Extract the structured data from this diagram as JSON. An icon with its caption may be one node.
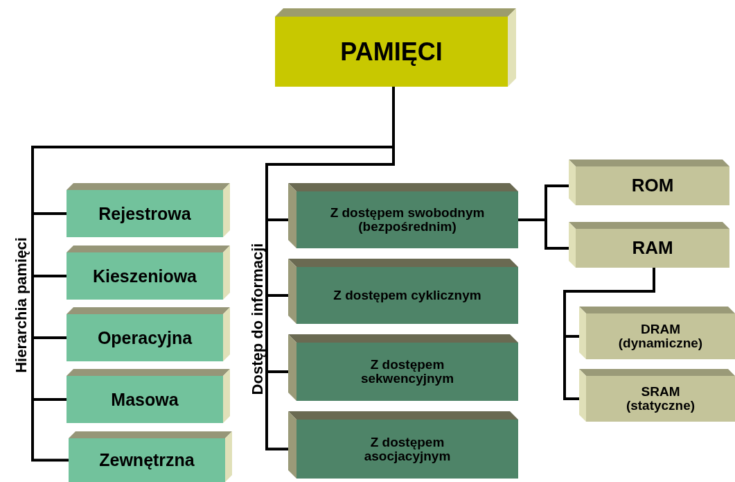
{
  "diagram": {
    "nodes": [
      {
        "text": [
          "PAMIĘCI"
        ]
      },
      {
        "text": [
          "Rejestrowa"
        ]
      },
      {
        "text": [
          "Kieszeniowa"
        ]
      },
      {
        "text": [
          "Operacyjna"
        ]
      },
      {
        "text": [
          "Masowa"
        ]
      },
      {
        "text": [
          "Zewnętrzna"
        ]
      },
      {
        "text": [
          "Z dostępem swobodnym (bezpośrednim)"
        ]
      },
      {
        "text": [
          "Z dostępem cyklicznym"
        ]
      },
      {
        "text": [
          "Z dostępem sekwencyjnym"
        ]
      },
      {
        "text": [
          "Z dostępem asocjacyjnym"
        ]
      },
      {
        "text": [
          "ROM"
        ]
      },
      {
        "text": [
          "RAM"
        ]
      },
      {
        "text": [
          "DRAM (dynamiczne)"
        ]
      },
      {
        "text": [
          "SRAM (statyczne)"
        ]
      }
    ],
    "edges": [
      {
        "from": 0,
        "to": 1,
        "arrow": "none"
      },
      {
        "from": 0,
        "to": 2,
        "arrow": "none"
      },
      {
        "from": 0,
        "to": 3,
        "arrow": "none"
      },
      {
        "from": 0,
        "to": 4,
        "arrow": "none"
      },
      {
        "from": 0,
        "to": 5,
        "arrow": "none"
      },
      {
        "from": 0,
        "to": 6,
        "arrow": "none"
      },
      {
        "from": 0,
        "to": 7,
        "arrow": "none"
      },
      {
        "from": 0,
        "to": 8,
        "arrow": "none"
      },
      {
        "from": 0,
        "to": 9,
        "arrow": "none"
      },
      {
        "from": 6,
        "to": 10,
        "arrow": "none"
      },
      {
        "from": 6,
        "to": 11,
        "arrow": "none"
      },
      {
        "from": 11,
        "to": 12,
        "arrow": "none"
      },
      {
        "from": 11,
        "to": 13,
        "arrow": "none"
      }
    ],
    "labels": [
      "Hierarchia pamięci",
      "Dostęp do informacji"
    ]
  }
}
